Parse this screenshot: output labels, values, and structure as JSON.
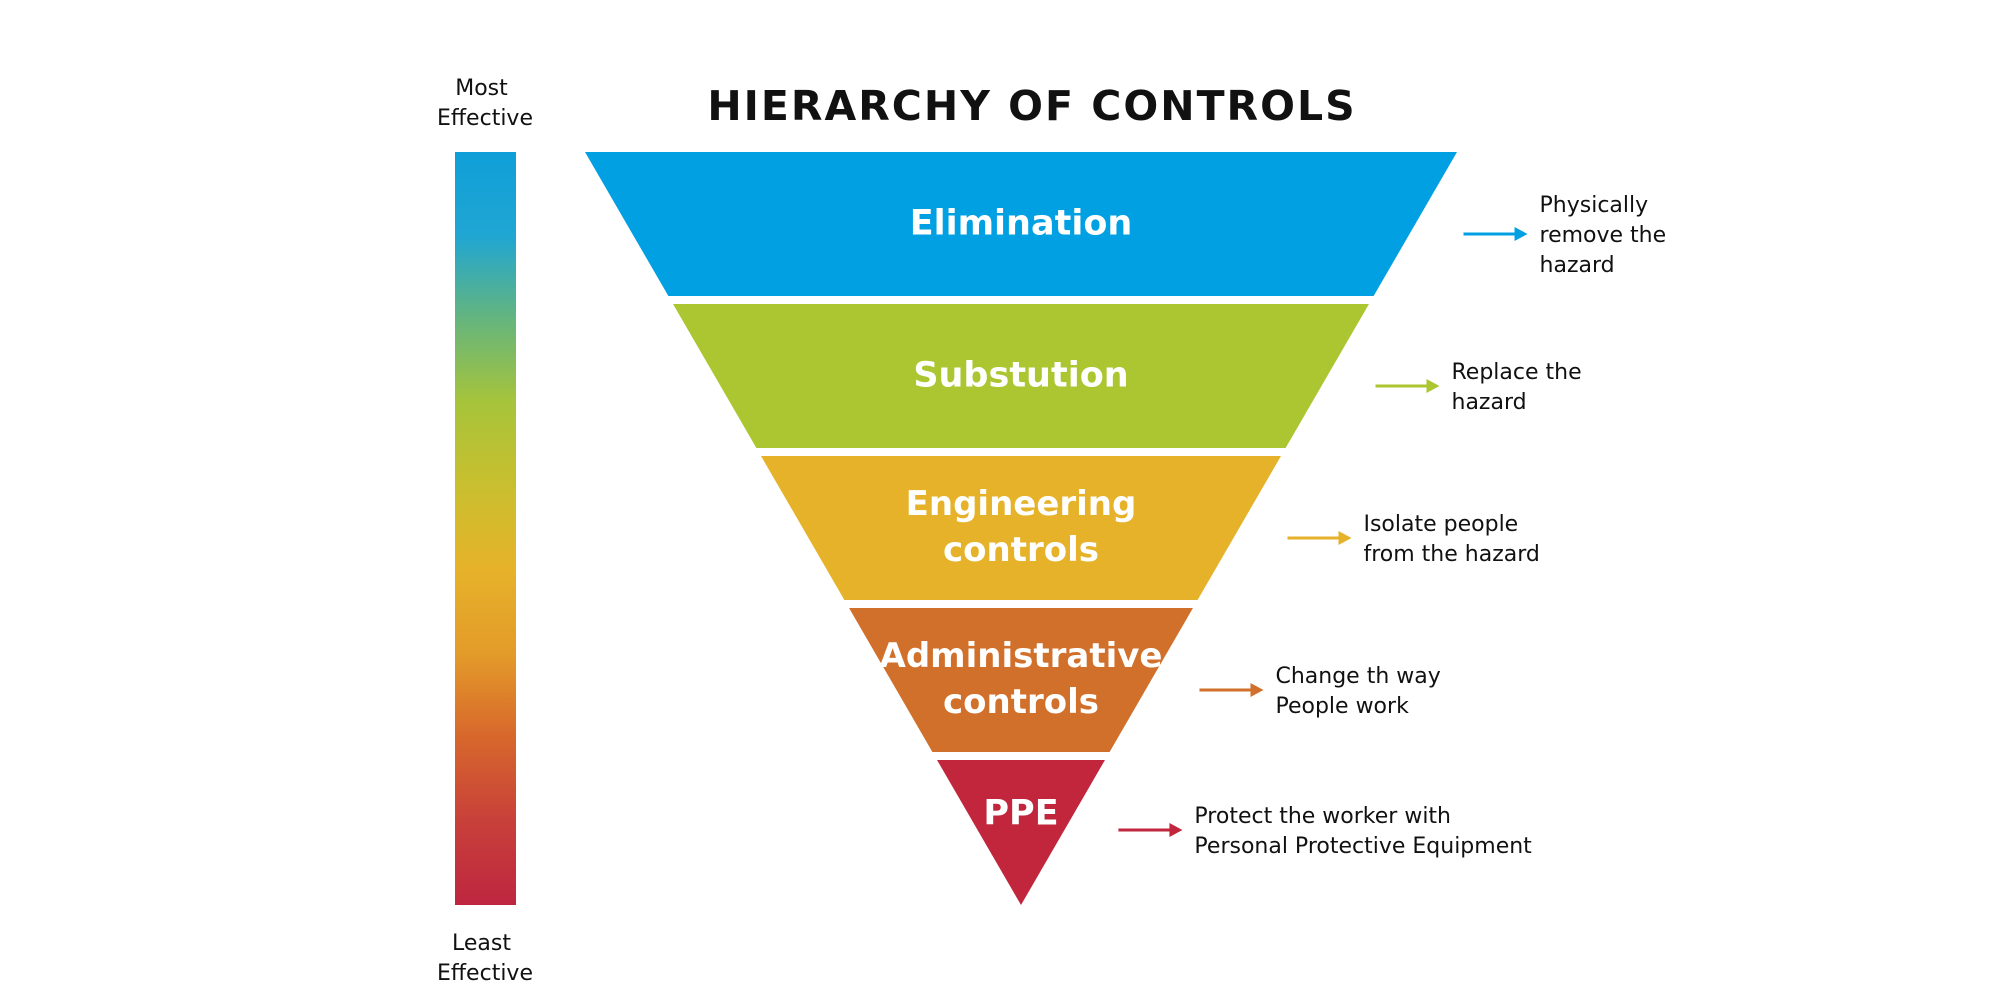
{
  "title": "HIERARCHY OF CONTROLS",
  "scale": {
    "top_label": [
      "Most",
      "Effective"
    ],
    "bottom_label": [
      "Least",
      "Effective"
    ],
    "gradient_colors": [
      "#0f9fd8",
      "#20a6d3",
      "#65b57d",
      "#a7c43a",
      "#c9bf2e",
      "#e6b22a",
      "#e39b29",
      "#d7672c",
      "#c8403a",
      "#be2640"
    ]
  },
  "levels": [
    {
      "name": "Elimination",
      "label_lines": [
        "Elimination"
      ],
      "color": "#00a0e3",
      "description": [
        "Physically",
        "remove the",
        "hazard"
      ]
    },
    {
      "name": "Substution",
      "label_lines": [
        "Substution"
      ],
      "color": "#acc632",
      "description": [
        "Replace the",
        "hazard"
      ]
    },
    {
      "name": "Engineering controls",
      "label_lines": [
        "Engineering",
        "controls"
      ],
      "color": "#e6b229",
      "description": [
        "Isolate people",
        "from the hazard"
      ]
    },
    {
      "name": "Administrative controls",
      "label_lines": [
        "Administrative",
        "controls"
      ],
      "color": "#d1702a",
      "description": [
        "Change th way",
        "People work"
      ]
    },
    {
      "name": "PPE",
      "label_lines": [
        "PPE"
      ],
      "color": "#c1263d",
      "description": [
        "Protect the worker with",
        "Personal Protective Equipment"
      ]
    }
  ]
}
